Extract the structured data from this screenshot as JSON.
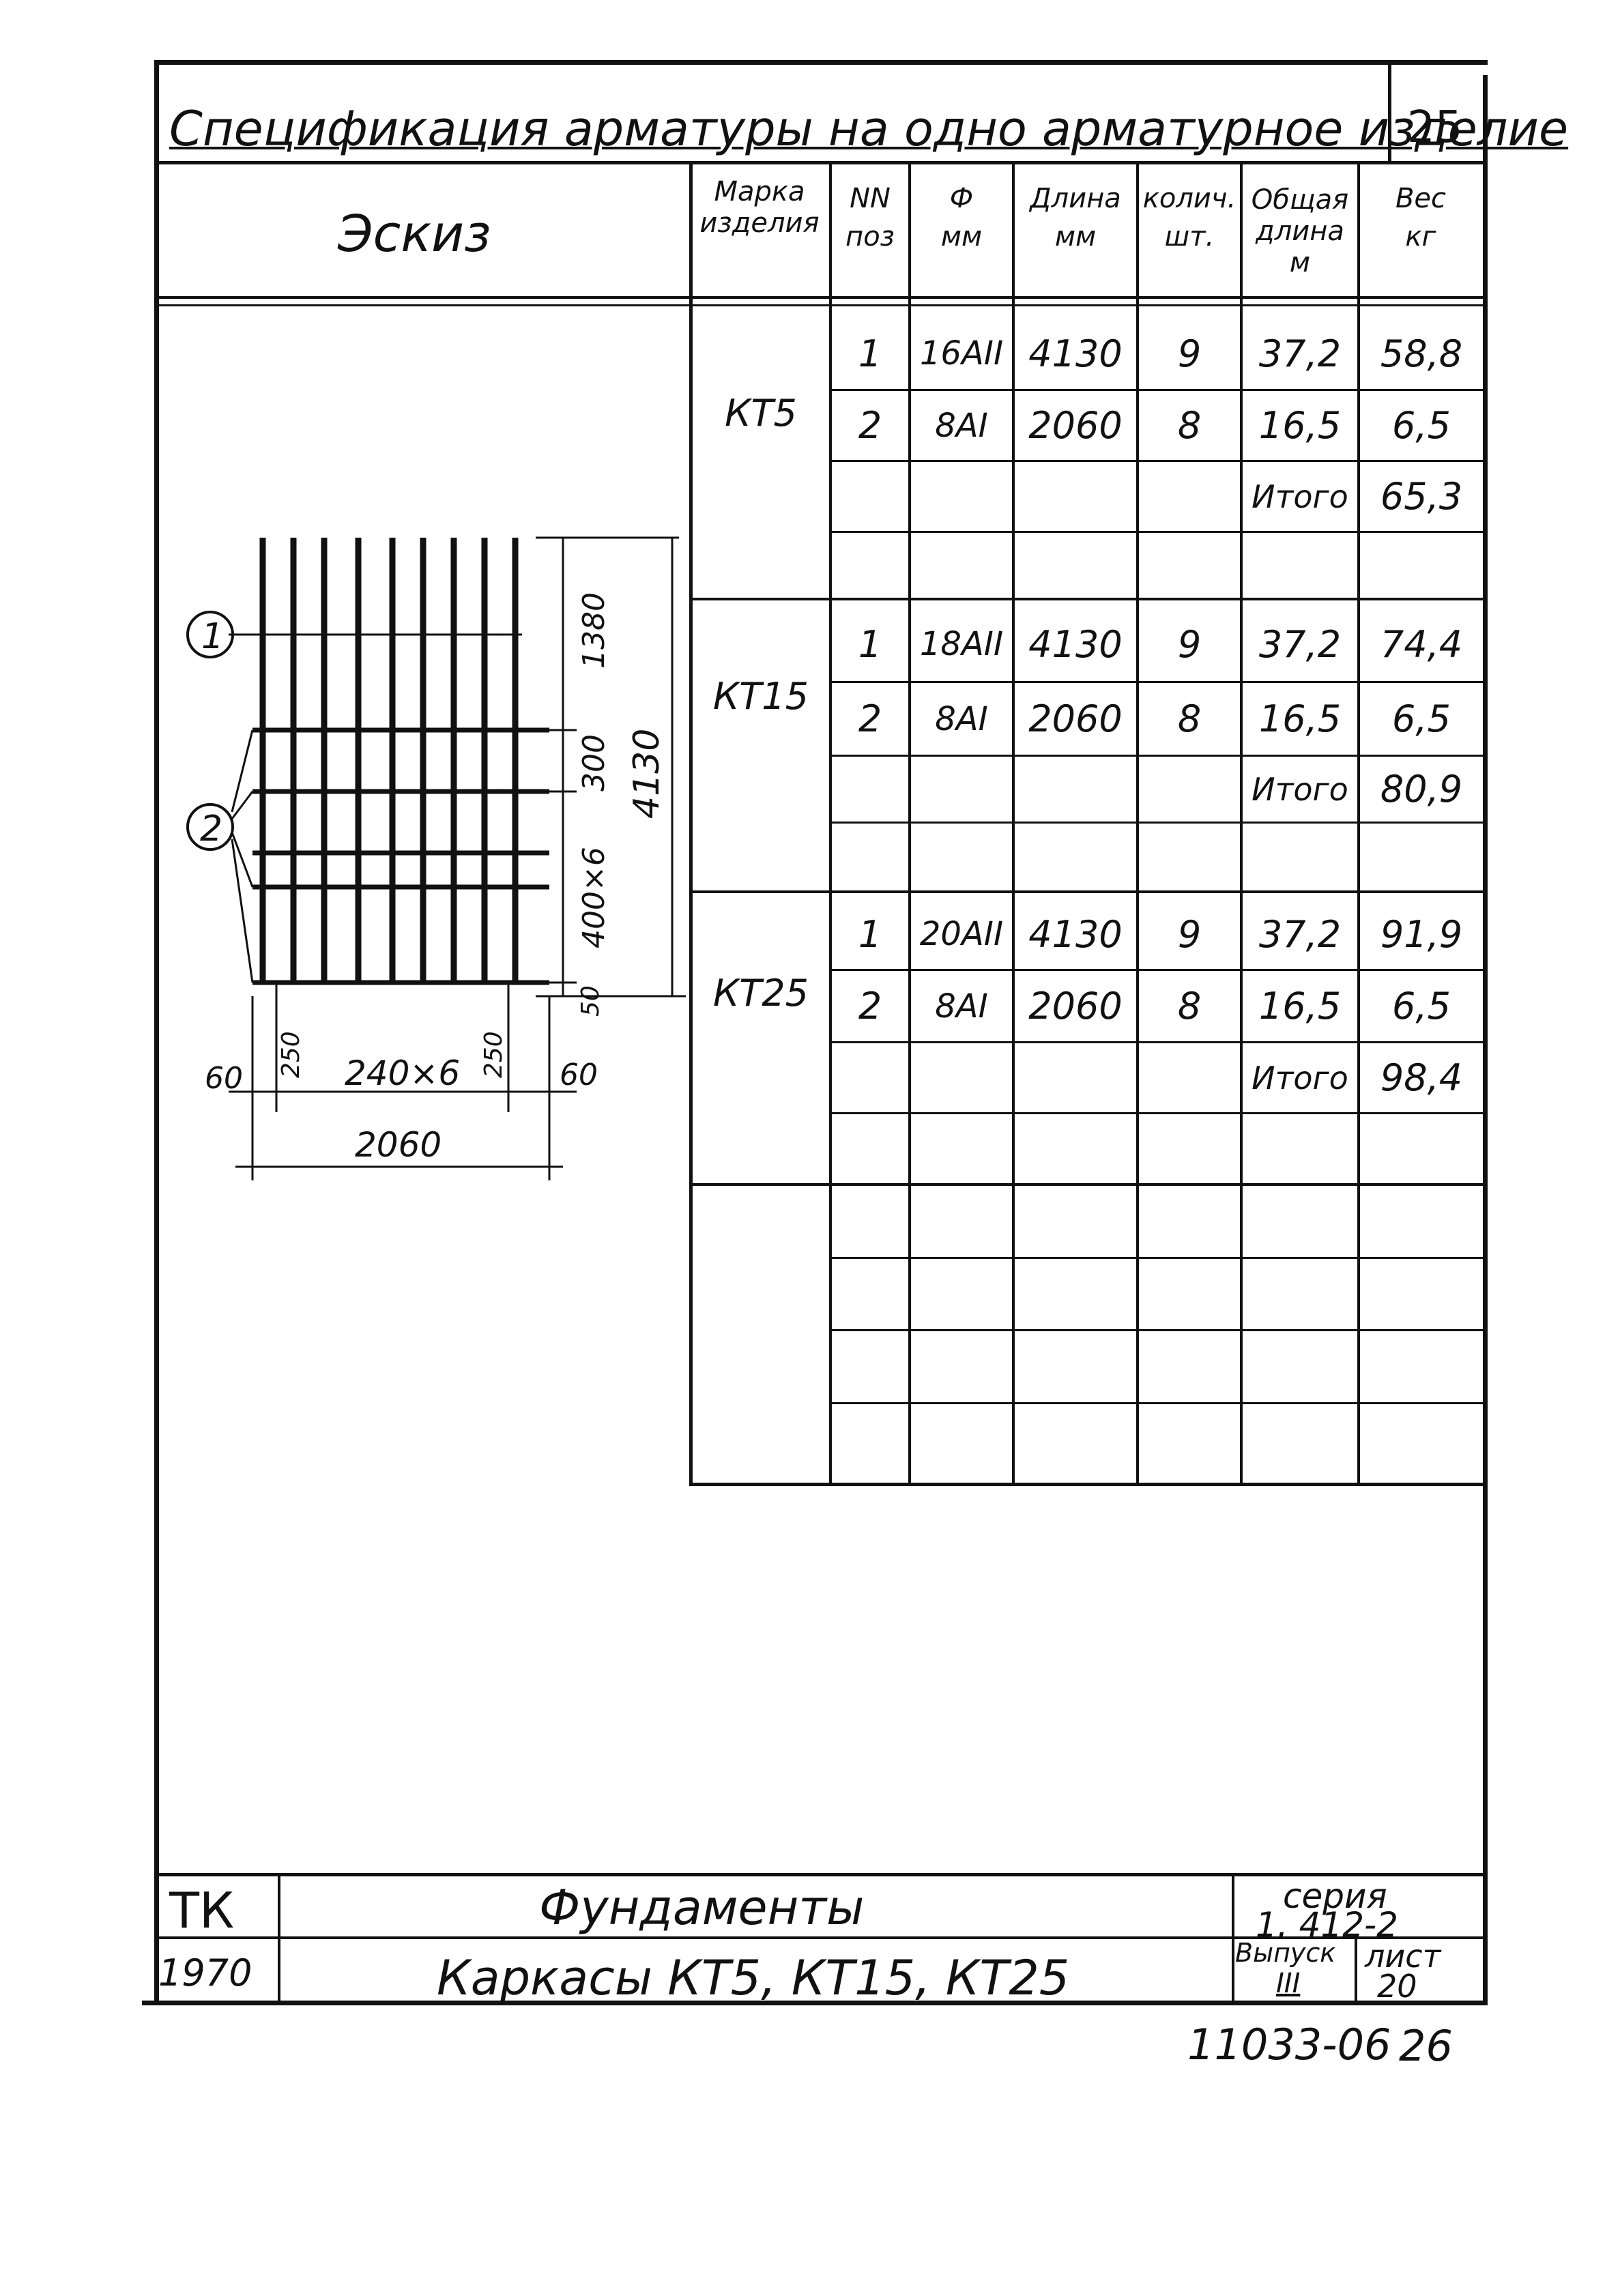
{
  "title": "Спецификация арматуры на одно арматурное изделие",
  "page_corner": "25",
  "sketch_label": "Эскиз",
  "headers": {
    "mark": [
      "Марка",
      "изделия"
    ],
    "pos": [
      "NN",
      "поз"
    ],
    "dia": [
      "Ф",
      "мм"
    ],
    "length": [
      "Длина",
      "мм"
    ],
    "qty": [
      "колич.",
      "шт."
    ],
    "total_len": [
      "Общая",
      "длина",
      "м"
    ],
    "weight": [
      "Вес",
      "кг"
    ]
  },
  "products": [
    {
      "mark": "КТ5",
      "rows": [
        {
          "pos": "1",
          "dia": "16АII",
          "length": "4130",
          "qty": "9",
          "total_len": "37,2",
          "weight": "58,8"
        },
        {
          "pos": "2",
          "dia": "8АI",
          "length": "2060",
          "qty": "8",
          "total_len": "16,5",
          "weight": "6,5"
        },
        {
          "pos": "",
          "dia": "",
          "length": "",
          "qty": "",
          "total_len": "Итого",
          "weight": "65,3"
        },
        {
          "pos": "",
          "dia": "",
          "length": "",
          "qty": "",
          "total_len": "",
          "weight": ""
        }
      ]
    },
    {
      "mark": "КТ15",
      "rows": [
        {
          "pos": "1",
          "dia": "18АII",
          "length": "4130",
          "qty": "9",
          "total_len": "37,2",
          "weight": "74,4"
        },
        {
          "pos": "2",
          "dia": "8АI",
          "length": "2060",
          "qty": "8",
          "total_len": "16,5",
          "weight": "6,5"
        },
        {
          "pos": "",
          "dia": "",
          "length": "",
          "qty": "",
          "total_len": "Итого",
          "weight": "80,9"
        },
        {
          "pos": "",
          "dia": "",
          "length": "",
          "qty": "",
          "total_len": "",
          "weight": ""
        }
      ]
    },
    {
      "mark": "КТ25",
      "rows": [
        {
          "pos": "1",
          "dia": "20АII",
          "length": "4130",
          "qty": "9",
          "total_len": "37,2",
          "weight": "91,9"
        },
        {
          "pos": "2",
          "dia": "8АI",
          "length": "2060",
          "qty": "8",
          "total_len": "16,5",
          "weight": "6,5"
        },
        {
          "pos": "",
          "dia": "",
          "length": "",
          "qty": "",
          "total_len": "Итого",
          "weight": "98,4"
        },
        {
          "pos": "",
          "dia": "",
          "length": "",
          "qty": "",
          "total_len": "",
          "weight": ""
        }
      ]
    }
  ],
  "sketch": {
    "callout_1": "1",
    "callout_2": "2",
    "dim_top": "1380",
    "dim_mid": "300",
    "dim_spacing": "400×6",
    "dim_bottom": "50",
    "dim_total_height": "4130",
    "dim_left_margin": "60",
    "dim_left_edge": "250",
    "dim_center": "240×6",
    "dim_right_edge": "250",
    "dim_right_margin": "60",
    "dim_total_width": "2060"
  },
  "title_block": {
    "org": "ТК",
    "year": "1970",
    "subject": "Фундаменты",
    "drawing_title": "Каркасы КТ5, КТ15, КТ25",
    "series_label": "серия",
    "series_value": "1. 412-2",
    "issue_label": "Выпуск",
    "issue_value": "III",
    "sheet_label": "лист",
    "sheet_value": "20"
  },
  "bottom_code": "11033-06",
  "bottom_page": "26"
}
